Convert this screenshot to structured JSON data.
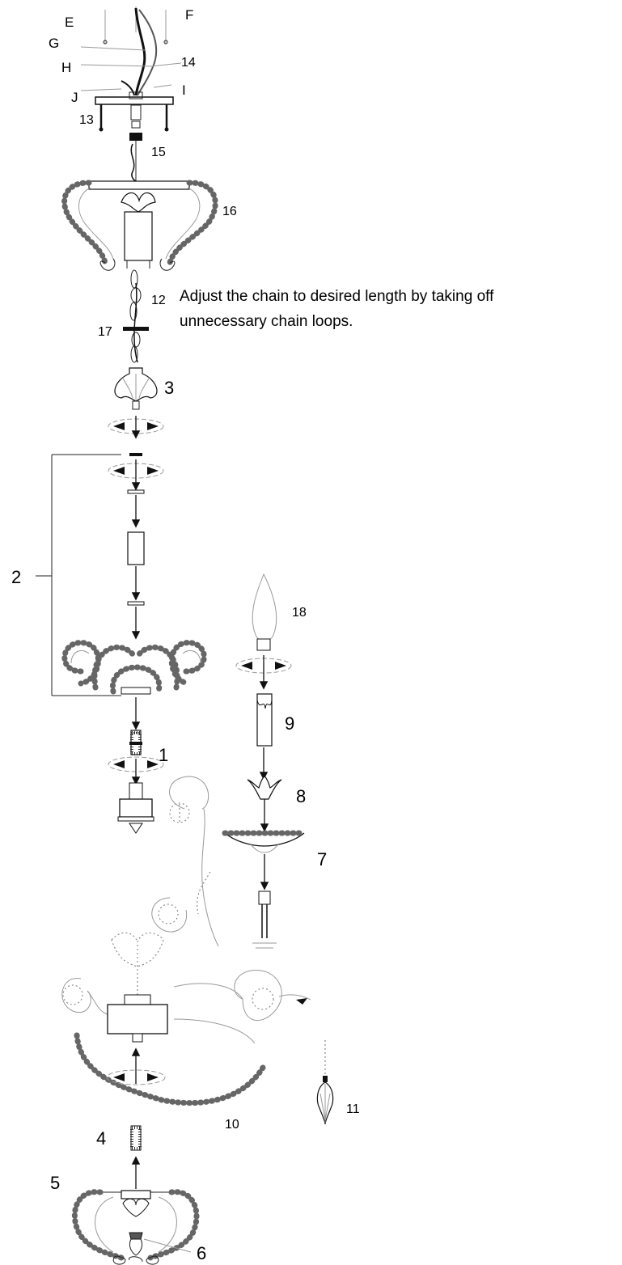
{
  "instruction": {
    "line1": "Adjust the chain to desired length by taking off",
    "line2": "unnecessary chain loops."
  },
  "letter_labels": {
    "E": "E",
    "F": "F",
    "G": "G",
    "H": "H",
    "I": "I",
    "J": "J"
  },
  "part_numbers": {
    "p1": "1",
    "p2": "2",
    "p3": "3",
    "p4": "4",
    "p5": "5",
    "p6": "6",
    "p7": "7",
    "p8": "8",
    "p9": "9",
    "p10": "10",
    "p11": "11",
    "p12": "12",
    "p13": "13",
    "p14": "14",
    "p15": "15",
    "p16": "16",
    "p17": "17",
    "p18": "18"
  },
  "colors": {
    "line": "#111111",
    "faint": "#999999",
    "background": "#ffffff"
  }
}
